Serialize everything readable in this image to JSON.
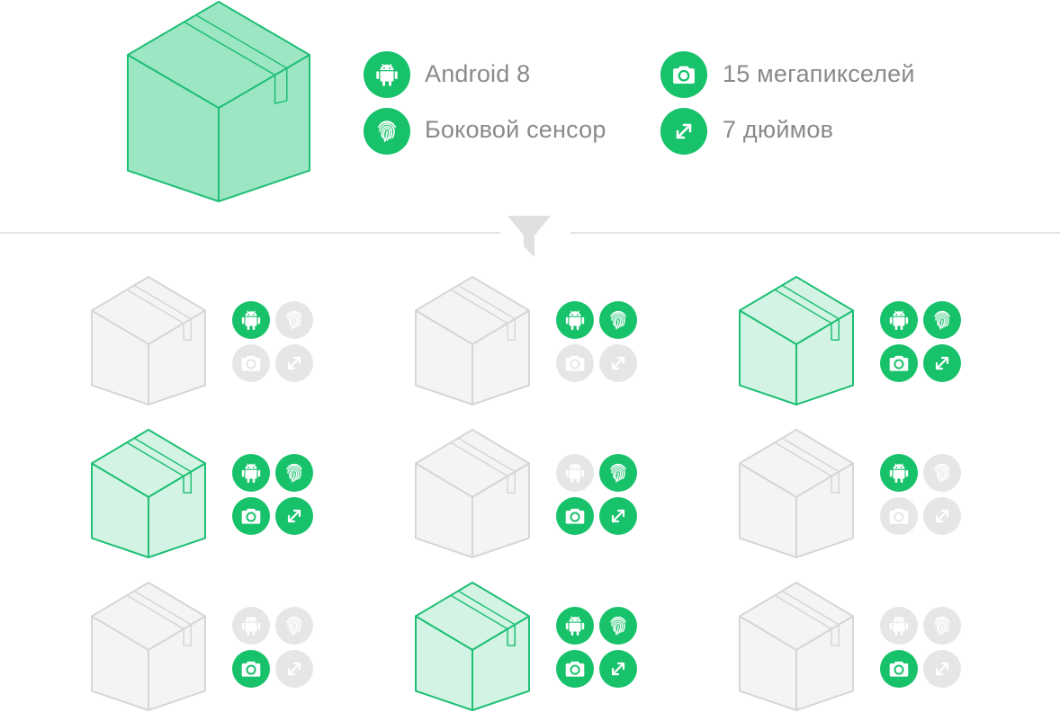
{
  "colors": {
    "accent": "#17c26b",
    "accent_fill": "#9de6c4",
    "accent_fill_light": "#d3f4e4",
    "accent_stroke": "#1fbf75",
    "inactive_fill": "#f4f4f4",
    "inactive_stroke": "#d6d6d6",
    "inactive_icon": "#e6e6e6",
    "divider": "#e4e4e4",
    "text": "#8a8a8a"
  },
  "query": {
    "box": "box-icon",
    "features": [
      {
        "key": "android",
        "icon": "android-icon",
        "label": "Android 8"
      },
      {
        "key": "camera",
        "icon": "camera-icon",
        "label": "15 мегапикселей"
      },
      {
        "key": "fingerprint",
        "icon": "fingerprint-icon",
        "label": "Боковой сенсор"
      },
      {
        "key": "size",
        "icon": "expand-arrows-icon",
        "label": "7 дюймов"
      }
    ]
  },
  "filter_icon": "funnel-icon",
  "results": [
    {
      "match": false,
      "android": true,
      "fingerprint": false,
      "camera": false,
      "size": false
    },
    {
      "match": false,
      "android": true,
      "fingerprint": true,
      "camera": false,
      "size": false
    },
    {
      "match": true,
      "android": true,
      "fingerprint": true,
      "camera": true,
      "size": true
    },
    {
      "match": true,
      "android": true,
      "fingerprint": true,
      "camera": true,
      "size": true
    },
    {
      "match": false,
      "android": false,
      "fingerprint": true,
      "camera": true,
      "size": true
    },
    {
      "match": false,
      "android": true,
      "fingerprint": false,
      "camera": false,
      "size": false
    },
    {
      "match": false,
      "android": false,
      "fingerprint": false,
      "camera": true,
      "size": false
    },
    {
      "match": true,
      "android": true,
      "fingerprint": true,
      "camera": true,
      "size": true
    },
    {
      "match": false,
      "android": false,
      "fingerprint": false,
      "camera": true,
      "size": false
    }
  ]
}
